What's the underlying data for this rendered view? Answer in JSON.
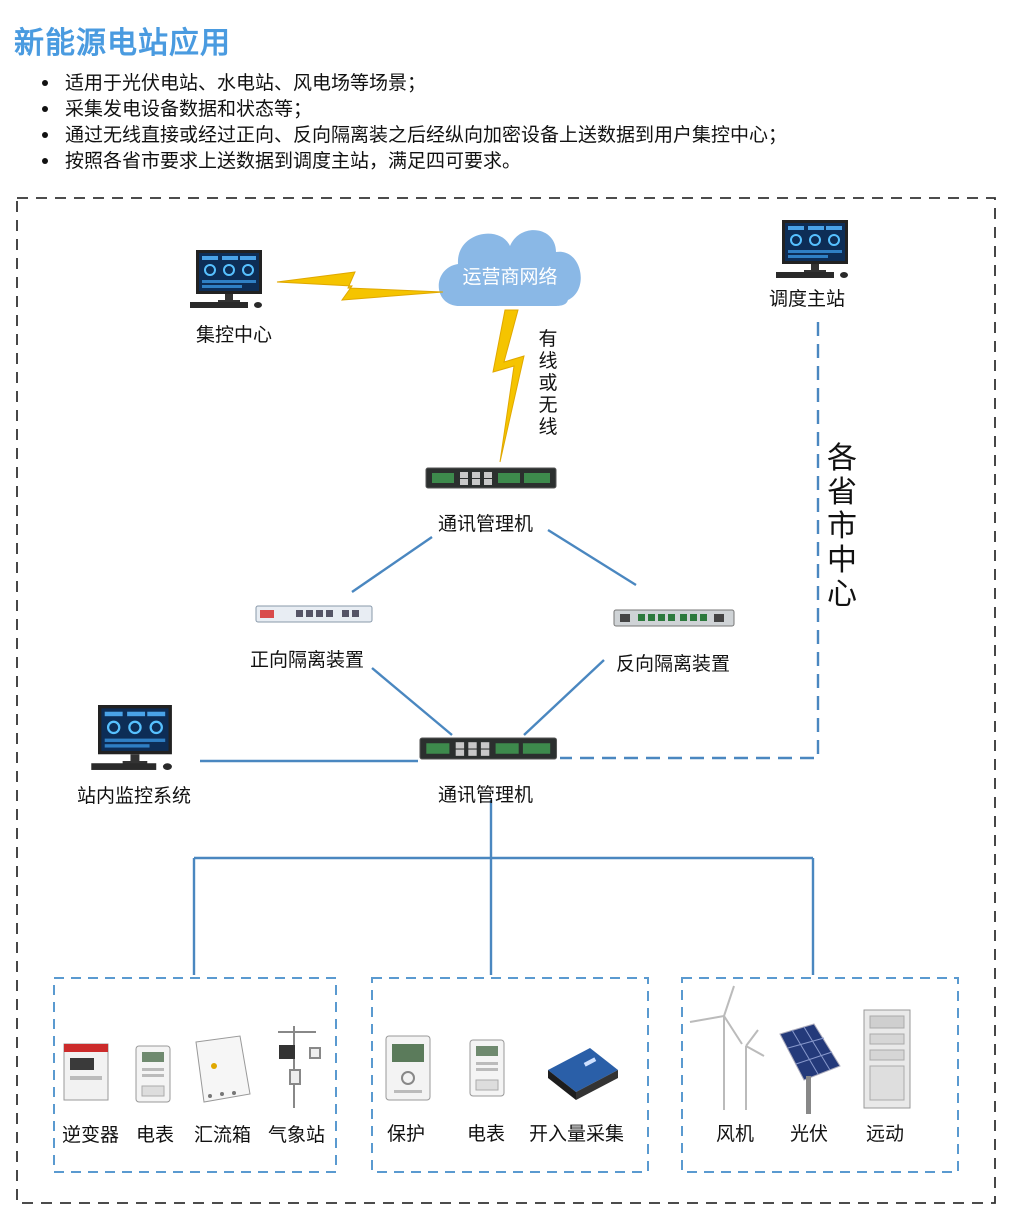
{
  "title": "新能源电站应用",
  "bullets": [
    "适用于光伏电站、水电站、风电场等场景；",
    "采集发电设备数据和状态等；",
    "通过无线直接或经过正向、反向隔离装之后经纵向加密设备上送数据到用户集控中心；",
    "按照各省市要求上送数据到调度主站，满足四可要求。"
  ],
  "diagram": {
    "cloud": "运营商网络",
    "link_label": "有线或无线",
    "province_label": "各省市中心",
    "nodes": {
      "control_center": "集控中心",
      "dispatch_station": "调度主站",
      "comm_manager_top": "通讯管理机",
      "forward_isolation": "正向隔离装置",
      "reverse_isolation": "反向隔离装置",
      "station_monitor": "站内监控系统",
      "comm_manager_bottom": "通讯管理机"
    },
    "groups": [
      {
        "items": [
          "逆变器",
          "电表",
          "汇流箱",
          "气象站"
        ]
      },
      {
        "items": [
          "保护",
          "电表",
          "开入量采集"
        ]
      },
      {
        "items": [
          "风机",
          "光伏",
          "远动"
        ]
      }
    ]
  },
  "colors": {
    "title": "#4a9be0",
    "line": "#4a87c0",
    "cloud": "#8ab8e6",
    "lightning": "#f5c400",
    "dash_outer": "#333333",
    "dash_group": "#5a9ad0"
  }
}
